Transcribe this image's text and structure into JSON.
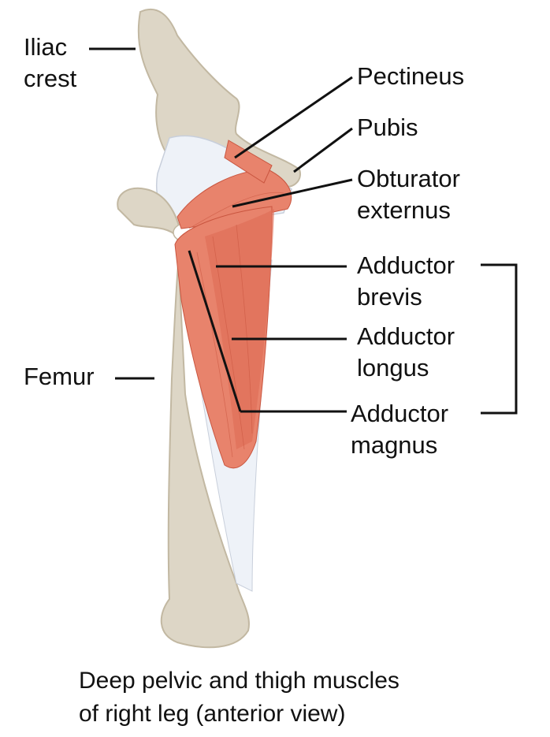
{
  "labels": {
    "iliac_crest": [
      "Iliac",
      "crest"
    ],
    "pectineus": "Pectineus",
    "pubis": "Pubis",
    "obturator_externus": [
      "Obturator",
      "externus"
    ],
    "adductor_brevis": [
      "Adductor",
      "brevis"
    ],
    "adductor_longus": [
      "Adductor",
      "longus"
    ],
    "adductor_magnus": [
      "Adductor",
      "magnus"
    ],
    "femur": "Femur"
  },
  "caption": [
    "Deep pelvic and thigh muscles",
    "of right leg (anterior view)"
  ],
  "colors": {
    "bone": "#ddd6c6",
    "bone_shadow": "#c9bfaa",
    "muscle": "#e8836c",
    "muscle_dark": "#d9654f",
    "tendon": "#eef2f8"
  }
}
